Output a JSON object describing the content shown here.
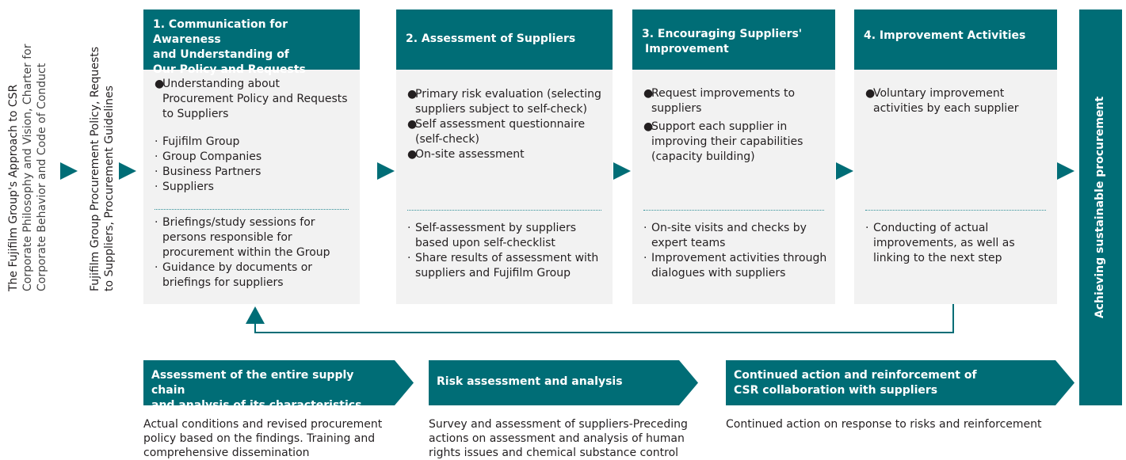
{
  "left_labels": {
    "csr_title": "The Fujifilm Group's Approach to CSR",
    "csr_line2": "Corporate Philosophy and Vision, Charter for",
    "csr_line3": "Corporate Behavior and Code of Conduct",
    "policy_line1": "Fujifilm Group Procurement Policy, Requests",
    "policy_line2": "to Suppliers, Procurement Guidelines"
  },
  "columns": [
    {
      "header": [
        "1. Communication for Awareness",
        "and Understanding of",
        "Our Policy and Requests"
      ],
      "upper": [
        {
          "marker": "●",
          "text": "Understanding about Procurement Policy and Requests to Suppliers"
        },
        {
          "marker": "·",
          "text": "Fujifilm Group"
        },
        {
          "marker": "·",
          "text": "Group Companies"
        },
        {
          "marker": "·",
          "text": "Business Partners"
        },
        {
          "marker": "·",
          "text": "Suppliers"
        }
      ],
      "lower": [
        {
          "marker": "·",
          "text": "Briefings/study sessions for persons responsible for procurement within the Group"
        },
        {
          "marker": "·",
          "text": "Guidance by documents or briefings for suppliers"
        }
      ]
    },
    {
      "header": [
        "2. Assessment of Suppliers"
      ],
      "upper": [
        {
          "marker": "●",
          "text": "Primary risk evaluation (selecting suppliers subject to self-check)"
        },
        {
          "marker": "●",
          "text": "Self assessment questionnaire (self-check)"
        },
        {
          "marker": "●",
          "text": "On-site assessment"
        }
      ],
      "lower": [
        {
          "marker": "·",
          "text": "Self-assessment by suppliers based upon self-checklist"
        },
        {
          "marker": "·",
          "text": "Share results of assessment with suppliers and Fujifilm Group"
        }
      ]
    },
    {
      "header": [
        "3. Encouraging Suppliers'",
        "Improvement"
      ],
      "upper": [
        {
          "marker": "●",
          "text": "Request improvements to suppliers"
        },
        {
          "marker": "●",
          "text": "Support each supplier in improving their capabilities (capacity building)"
        }
      ],
      "lower": [
        {
          "marker": "·",
          "text": "On-site visits and checks by expert teams"
        },
        {
          "marker": "·",
          "text": "Improvement activities through dialogues with suppliers"
        }
      ]
    },
    {
      "header": [
        "4. Improvement Activities"
      ],
      "upper": [
        {
          "marker": "●",
          "text": "Voluntary improvement activities by each supplier"
        }
      ],
      "lower": [
        {
          "marker": "·",
          "text": "Conducting of actual improvements, as well as linking to the next step"
        }
      ]
    }
  ],
  "sustainable": "Achieving sustainable procurement",
  "chevrons": [
    {
      "line1": "Assessment of the entire supply chain",
      "line2": "and analysis of its characteristics"
    },
    {
      "line1": "Risk assessment and analysis",
      "line2": ""
    },
    {
      "line1": "Continued action and reinforcement of",
      "line2": "CSR collaboration with suppliers"
    }
  ],
  "descriptions": [
    {
      "line1": "Actual conditions and revised procurement",
      "line2": "policy based on the findings. Training and",
      "line3": "comprehensive dissemination"
    },
    {
      "line1": "Survey and assessment of suppliers-Preceding",
      "line2": "actions on assessment and analysis of human",
      "line3": "rights issues and chemical substance control"
    },
    {
      "line1": "Continued action on response to risks and reinforcement",
      "line2": "",
      "line3": ""
    }
  ],
  "colors": {
    "teal": "#006d76",
    "panel": "#f2f2f2"
  }
}
